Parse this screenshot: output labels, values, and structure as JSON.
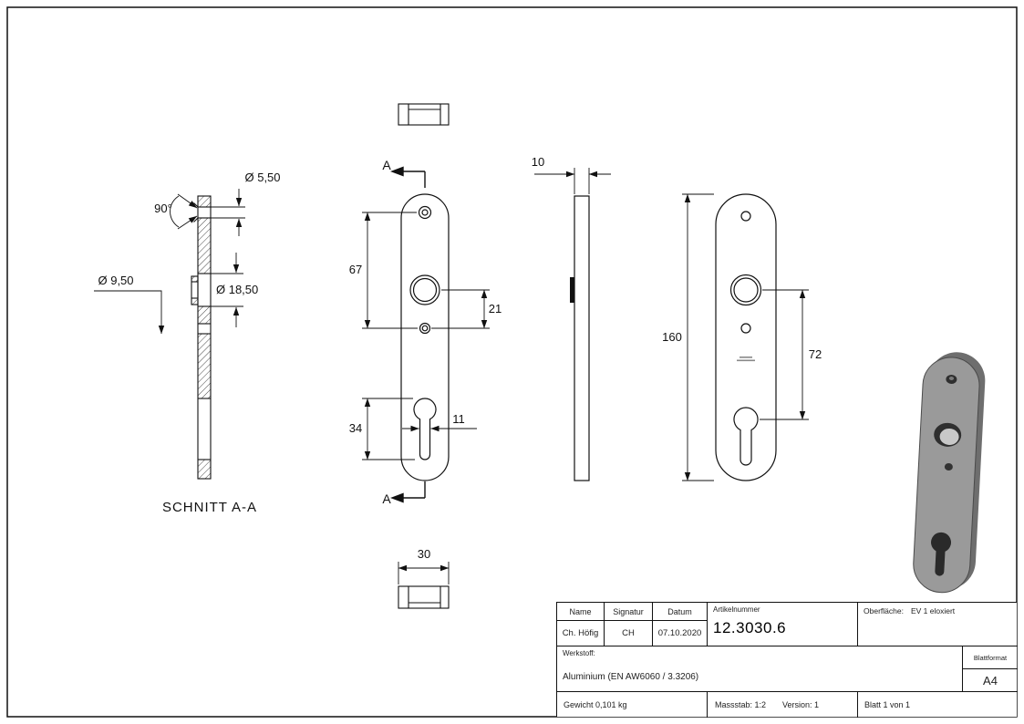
{
  "views": {
    "section": {
      "label": "SCHNITT A-A",
      "dim_angle": "90°",
      "dim_countersink": "Ø 5,50",
      "dim_hole": "Ø 9,50",
      "dim_counterbore": "Ø 18,50"
    },
    "front": {
      "marker_top": "A",
      "marker_bottom": "A",
      "dim_hole_spacing": "67",
      "dim_offset": "21",
      "dim_keyhole_height": "34",
      "dim_slot_width": "11"
    },
    "side": {
      "dim_thickness": "10"
    },
    "rear": {
      "dim_height": "160",
      "dim_cylinder_distance": "72"
    },
    "bottom": {
      "dim_width": "30"
    }
  },
  "title_block": {
    "header_name": "Name",
    "header_signatur": "Signatur",
    "header_datum": "Datum",
    "value_name": "Ch. Höfig",
    "value_signatur": "CH",
    "value_datum": "07.10.2020",
    "artikelnummer_label": "Artikelnummer",
    "artikelnummer": "12.3030.6",
    "oberflaeche_label": "Oberfläche:",
    "oberflaeche_value": "EV 1 eloxiert",
    "werkstoff_label": "Werkstoff:",
    "werkstoff_value": "Aluminium (EN AW6060 / 3.3206)",
    "blattformat_label": "Blattformat",
    "blattformat_value": "A4",
    "gewicht": "Gewicht 0,101 kg",
    "massstab": "Massstab: 1:2",
    "version": "Version: 1",
    "blatt": "Blatt 1 von 1"
  }
}
